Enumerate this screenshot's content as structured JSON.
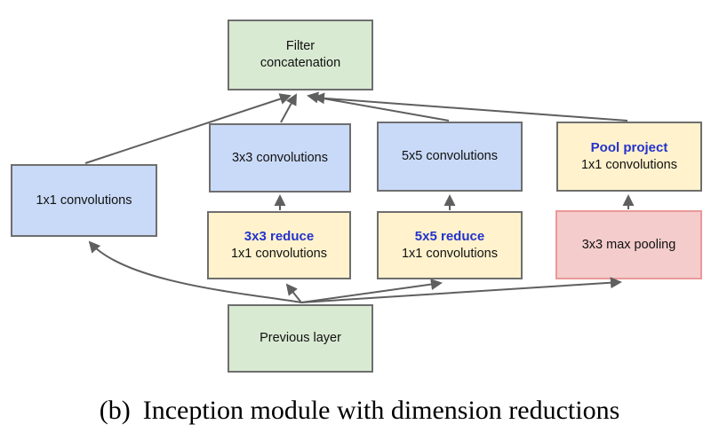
{
  "figure": {
    "caption_label": "(b)",
    "caption_text": "Inception module with dimension reductions"
  },
  "nodes": {
    "filter_concat": {
      "line1": "Filter",
      "line2": "concatenation"
    },
    "conv1x1": {
      "line1": "1x1 convolutions"
    },
    "conv3x3": {
      "line1": "3x3 convolutions"
    },
    "conv5x5": {
      "line1": "5x5 convolutions"
    },
    "pool_project": {
      "title": "Pool project",
      "line1": "1x1 convolutions"
    },
    "reduce3x3": {
      "title": "3x3 reduce",
      "line1": "1x1 convolutions"
    },
    "reduce5x5": {
      "title": "5x5 reduce",
      "line1": "1x1 convolutions"
    },
    "maxpool": {
      "line1": "3x3 max pooling"
    },
    "previous": {
      "line1": "Previous layer"
    }
  },
  "edges": [
    {
      "from": "previous",
      "to": "conv1x1"
    },
    {
      "from": "previous",
      "to": "reduce3x3"
    },
    {
      "from": "previous",
      "to": "reduce5x5"
    },
    {
      "from": "previous",
      "to": "maxpool"
    },
    {
      "from": "reduce3x3",
      "to": "conv3x3"
    },
    {
      "from": "reduce5x5",
      "to": "conv5x5"
    },
    {
      "from": "maxpool",
      "to": "pool_project"
    },
    {
      "from": "conv1x1",
      "to": "filter_concat"
    },
    {
      "from": "conv3x3",
      "to": "filter_concat"
    },
    {
      "from": "conv5x5",
      "to": "filter_concat"
    },
    {
      "from": "pool_project",
      "to": "filter_concat"
    }
  ],
  "colors": {
    "box_green": "#d9ead3",
    "box_blue": "#c9daf8",
    "box_yellow": "#fff2cc",
    "box_pink": "#f4cccc",
    "border_gray": "#6e6e6e",
    "border_pink": "#ea9999",
    "accent_blue_text": "#2433cc",
    "arrow_gray": "#5f5f5f"
  }
}
